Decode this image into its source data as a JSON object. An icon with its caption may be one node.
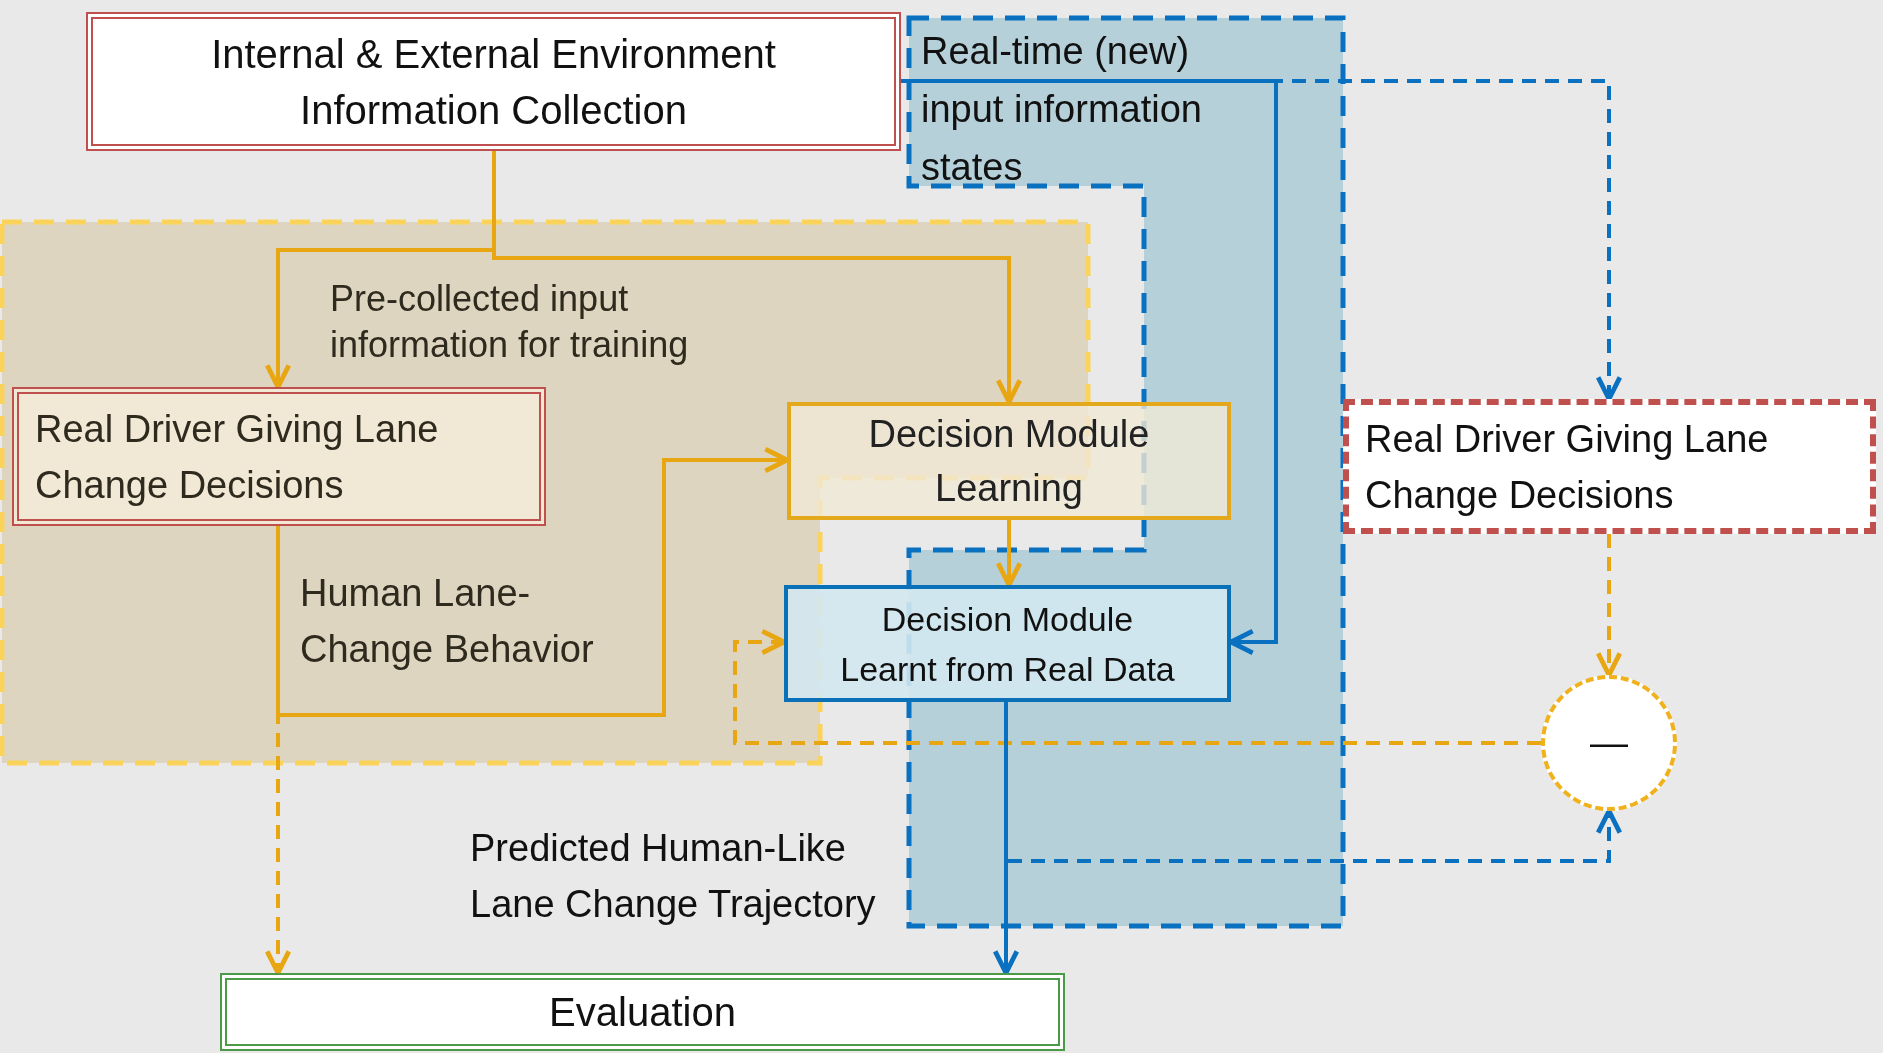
{
  "diagram": {
    "nodes": [
      {
        "text": [
          "Internal & External Environment Information Collection"
        ]
      },
      {
        "text": [
          "Real Driver Giving Lane Change Decisions"
        ]
      },
      {
        "text": [
          "Decision Module Learning"
        ]
      },
      {
        "text": [
          "Decision Module Learnt from Real Data"
        ]
      },
      {
        "text": [
          "Real Driver Giving Lane Change Decisions"
        ]
      },
      {
        "text": [
          "—"
        ]
      },
      {
        "text": [
          "Evaluation"
        ]
      }
    ],
    "edges": [
      {
        "from": 0,
        "to": 1,
        "arrow": "to"
      },
      {
        "from": 0,
        "to": 2,
        "arrow": "to"
      },
      {
        "from": 1,
        "to": 2,
        "arrow": "to",
        "label": "Human Lane-Change Behavior"
      },
      {
        "from": 2,
        "to": 3,
        "arrow": "to"
      },
      {
        "from": 0,
        "to": 3,
        "arrow": "to",
        "color": "#0a70c0"
      },
      {
        "from": 0,
        "to": 4,
        "arrow": "to",
        "style": "dashed",
        "color": "#0a70c0"
      },
      {
        "from": 4,
        "to": 5,
        "arrow": "to",
        "style": "dashed"
      },
      {
        "from": 5,
        "to": 3,
        "arrow": "to",
        "style": "dashed"
      },
      {
        "from": 3,
        "to": 6,
        "arrow": "to",
        "color": "#0a70c0",
        "label": "Predicted Human-Like Lane Change Trajectory"
      },
      {
        "from": 3,
        "to": 5,
        "arrow": "to",
        "style": "dashed",
        "color": "#0a70c0"
      },
      {
        "from": 1,
        "to": 6,
        "arrow": "to",
        "style": "dashed"
      }
    ],
    "labels": [
      "Real-time (new) input information states",
      "Pre-collected input information for training"
    ]
  }
}
